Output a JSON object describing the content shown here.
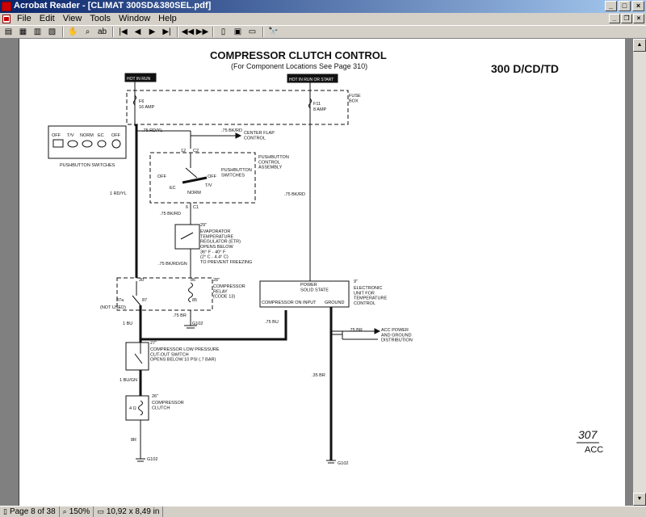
{
  "window": {
    "title": "Acrobat Reader - [CLIMAT 300SD&380SEL.pdf]"
  },
  "menu": [
    "File",
    "Edit",
    "View",
    "Tools",
    "Window",
    "Help"
  ],
  "diagram": {
    "title": "COMPRESSOR CLUTCH CONTROL",
    "subtitle": "(For Component Locations See Page 310)",
    "model": "300 D/CD/TD",
    "hot_in_run": "HOT IN RUN",
    "hot_in_run_or_start": "HOT IN RUN OR START",
    "fuse_box": "FUSE\nBOX",
    "f6": "F6",
    "f6_amp": "16 AMP",
    "f11": "F11",
    "f11_amp": "8 AMP",
    "wire_75_rdyl": ".75 RD/YL",
    "wire_75_bkrd_a": ".75 BK/RD",
    "center_flap": "CENTER FLAP\nCONTROL",
    "wire_1_rdyl": "1 RD/YL",
    "wire_75_bkrd_b": ".75 BK/RD",
    "pushbutton_switches": "PUSHBUTTON SWITCHES",
    "pb_labels": [
      "OFF",
      "T/V",
      "NORM",
      "EC",
      "OFF"
    ],
    "pb_assembly": "PUSHBUTTON\nCONTROL\nASSEMBLY",
    "pb_inner": "PUSHBUTTON\nSWITCHES",
    "sw_off1": "OFF",
    "sw_off2": "OFF",
    "sw_ec": "EC",
    "sw_tv": "T/V",
    "sw_norm": "NORM",
    "c2": "C2",
    "c1": "C1",
    "pin12": "12",
    "pin6": "6",
    "wire_75_bkrd_c": ".75 BK/RD",
    "evap_num": "29\"",
    "evap": "EVAPORATOR\nTEMPERATURE\nREGULATOR (ETR)\nOPENS BELOW\n36° F - 40° F\n(2° C - 4.4° C)\nTO PREVENT FREEZING",
    "wire_75_bkrdgn": ".75 BK/RD/GN",
    "relay_num": "28\"",
    "relay": "COMPRESSOR\nRELAY\n(CODE 13)",
    "not_used": "(NOT USED)",
    "pin30": "30",
    "pin86": "86",
    "pin87": "87",
    "pin87a": "87a",
    "pin85": "85",
    "wire_75_br_a": ".75 BR",
    "g102_a": "G102",
    "solid_state_num": "9\"",
    "solid_state_box": "POWER\nSOLID STATE",
    "compressor_on_input": "COMPRESSOR ON INPUT",
    "ground_lbl": "GROUND",
    "electronic_unit": "ELECTRONIC\nUNIT FOR\nTEMPERATURE\nCONTROL",
    "wire_75_bu": ".75 BU",
    "wire_75_br_b": ".75 BR",
    "acc_power": "ACC POWER\nAND GROUND\nDISTRIBUTION",
    "wire_1_bu": "1 BU",
    "lowpress_num": "27\"",
    "lowpress": "COMPRESSOR LOW PRESSURE\nCUT-OUT SWITCH\nOPENS BELOW 10 PSI (.7 BAR)",
    "wire_1_bugn": "1 BU/GN",
    "clutch_num": "26\"",
    "clutch": "COMPRESSOR\nCLUTCH",
    "clutch_ohm": "4 Ω",
    "wire_8r": "8R",
    "g102_b": "G102",
    "wire_35_br": ".35 BR",
    "g102_c": "G102",
    "page_num": "307",
    "page_code": "ACC"
  },
  "status": {
    "page": "Page 8 of 38",
    "zoom": "150%",
    "size": "10,92 x 8,49 in"
  }
}
